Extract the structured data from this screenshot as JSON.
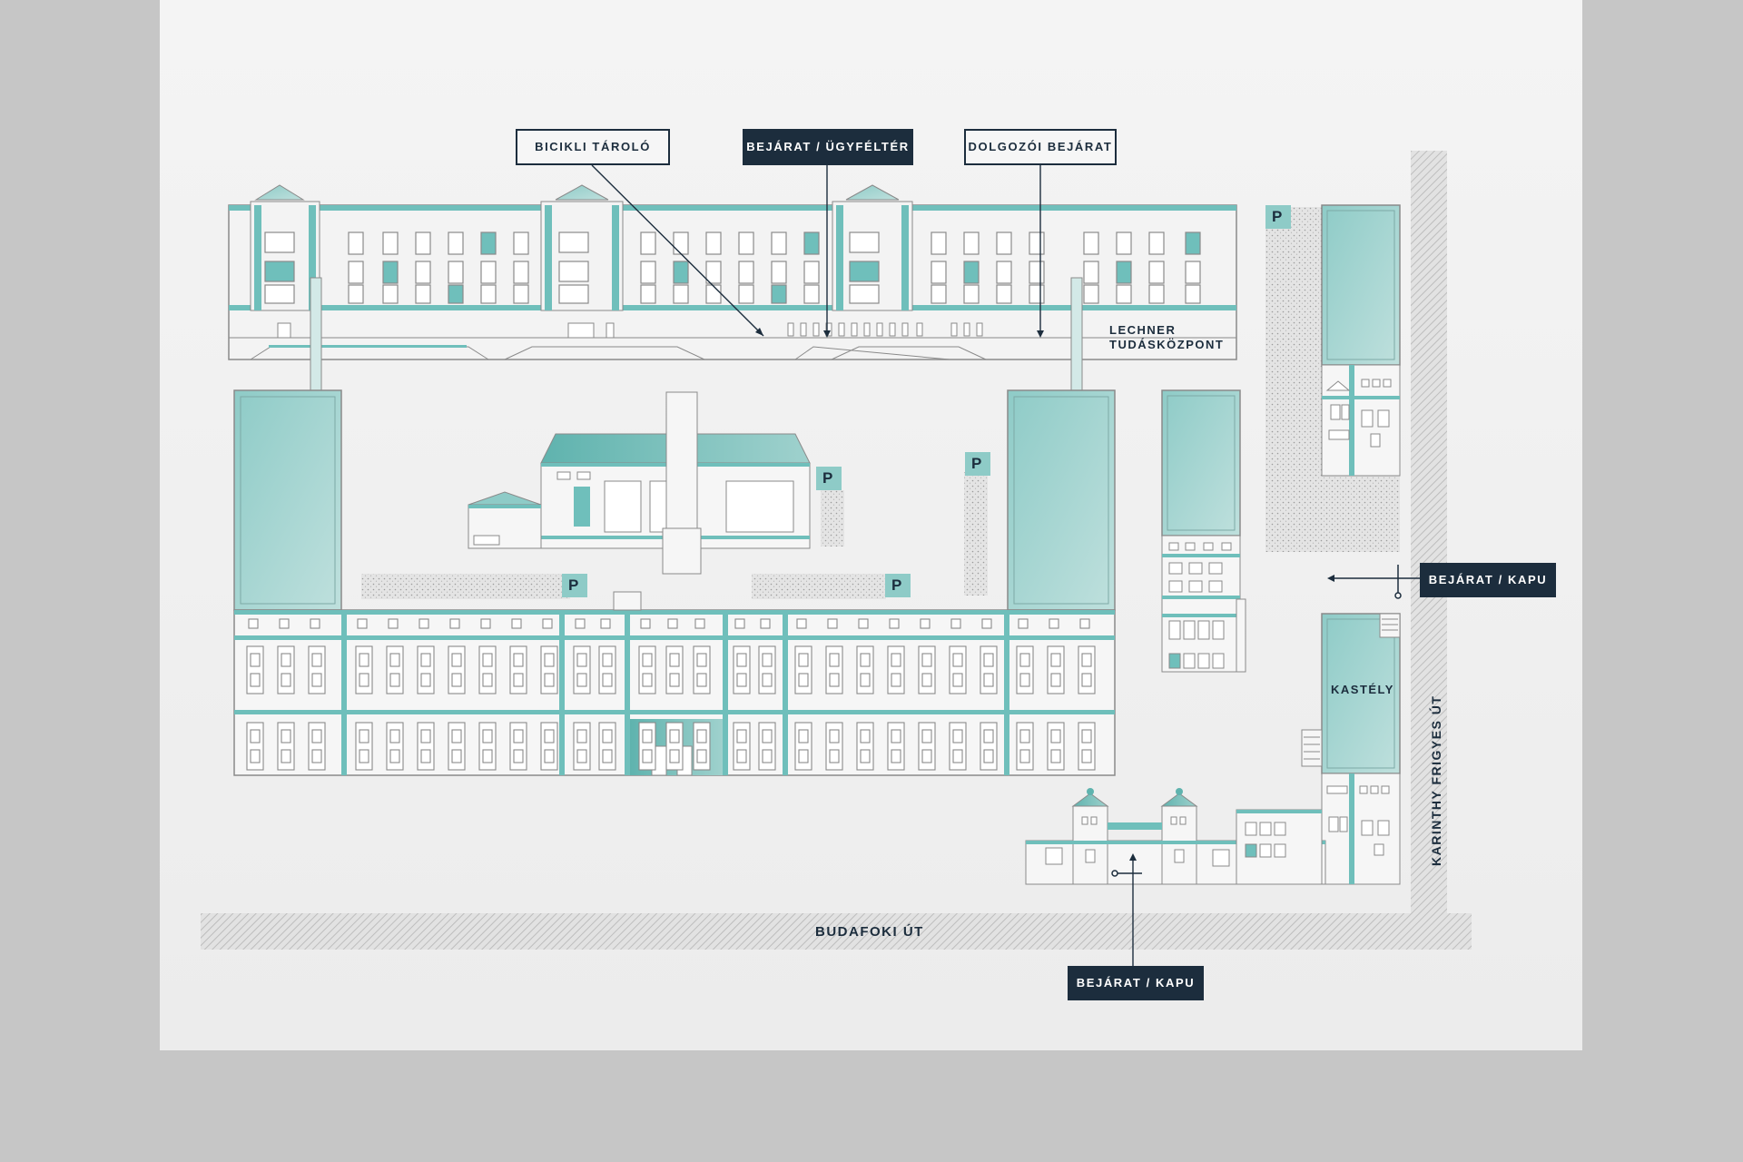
{
  "labels": {
    "bike_storage": "BICIKLI TÁROLÓ",
    "entrance_customer": "BEJÁRAT / ÜGYFÉLTÉR",
    "staff_entrance": "DOLGOZÓI BEJÁRAT",
    "entrance_gate_east": "BEJÁRAT / KAPU",
    "entrance_gate_south": "BEJÁRAT / KAPU",
    "knowledge_center_line1": "LECHNER",
    "knowledge_center_line2": "TUDÁSKÖZPONT",
    "castle": "KASTÉLY",
    "street_south": "BUDAFOKI ÚT",
    "street_east": "KARINTHY FRIGYES ÚT",
    "parking_letter": "P"
  },
  "colors": {
    "page_background": "#c6c6c6",
    "sheet": "#f0f0f0",
    "teal": "#6fbfbb",
    "teal_light": "#a9d6d3",
    "navy": "#1c2d3d",
    "outline": "#8a8a8a",
    "road_hatch": "#cfcfcf"
  },
  "icons": {
    "parking": "parking-sign-icon",
    "gate": "gate-barrier-icon",
    "arrow": "arrow-head-icon"
  }
}
